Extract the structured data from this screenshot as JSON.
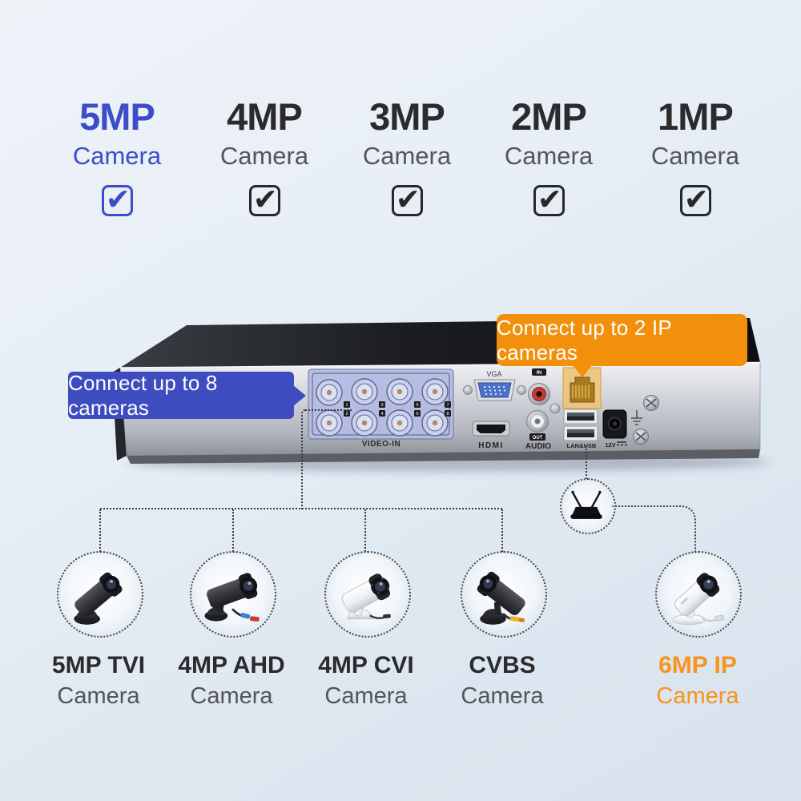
{
  "palette": {
    "accent_blue": "#3B4EC8",
    "callout_blue": "#3D4DC0",
    "accent_orange": "#F2900B",
    "orange_text": "#F7941D",
    "heading_dark": "#2B2B2E",
    "subtext_gray": "#54555A"
  },
  "icons": {
    "check": "✔"
  },
  "resolution_options": [
    {
      "label": "5MP",
      "sublabel": "Camera",
      "checked": true,
      "highlighted": true
    },
    {
      "label": "4MP",
      "sublabel": "Camera",
      "checked": true,
      "highlighted": false
    },
    {
      "label": "3MP",
      "sublabel": "Camera",
      "checked": true,
      "highlighted": false
    },
    {
      "label": "2MP",
      "sublabel": "Camera",
      "checked": true,
      "highlighted": false
    },
    {
      "label": "1MP",
      "sublabel": "Camera",
      "checked": true,
      "highlighted": false
    }
  ],
  "callouts": {
    "analog": "Connect up to 8 cameras",
    "ip": "Connect up to 2 IP cameras"
  },
  "device": {
    "video_in_label": "VIDEO-IN",
    "vga_label": "VGA",
    "hdmi_label": "HDMI",
    "audio_in_label": "IN",
    "audio_out_label": "OUT",
    "audio_label": "AUDIO",
    "lan_usb_label": "LAN&USB",
    "power_label": "12V",
    "bnc_numbers": [
      "1",
      "2",
      "3",
      "4",
      "5",
      "6",
      "7",
      "8"
    ]
  },
  "cameras": [
    {
      "name": "5MP TVI",
      "sublabel": "Camera",
      "accent": false
    },
    {
      "name": "4MP AHD",
      "sublabel": "Camera",
      "accent": false
    },
    {
      "name": "4MP CVI",
      "sublabel": "Camera",
      "accent": false
    },
    {
      "name": "CVBS",
      "sublabel": "Camera",
      "accent": false
    },
    {
      "name": "6MP IP",
      "sublabel": "Camera",
      "accent": true
    }
  ]
}
